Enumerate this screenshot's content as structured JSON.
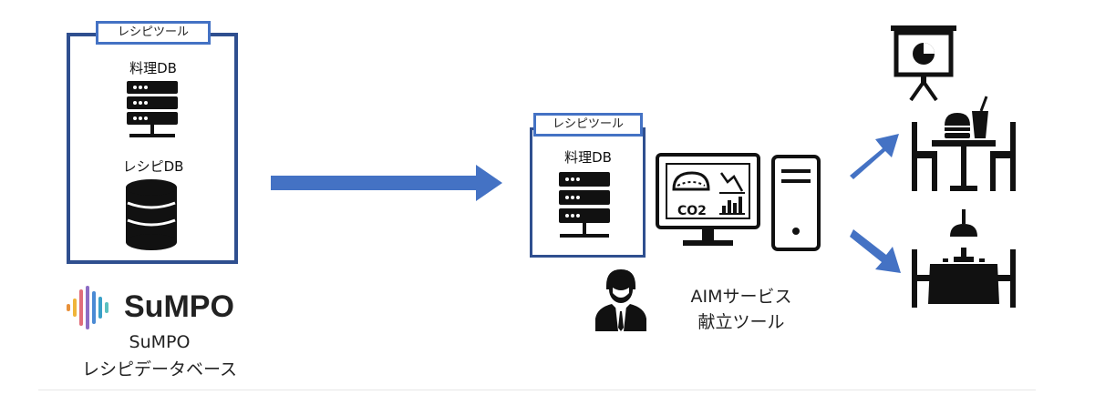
{
  "left_tool": {
    "tag": "レシピツール",
    "db1": "料理DB",
    "db2": "レシピDB"
  },
  "sumpo": {
    "logo_text": "SuMPO",
    "line1": "SuMPO",
    "line2": "レシピデータベース"
  },
  "center_tool": {
    "tag": "レシピツール",
    "db1": "料理DB"
  },
  "monitor": {
    "co2_label": "CO2"
  },
  "aim": {
    "line1": "AIMサービス",
    "line2": "献立ツール"
  },
  "colors": {
    "frame_dark": "#2f4f8f",
    "tag_border": "#4472c4",
    "arrow": "#4472c4"
  }
}
